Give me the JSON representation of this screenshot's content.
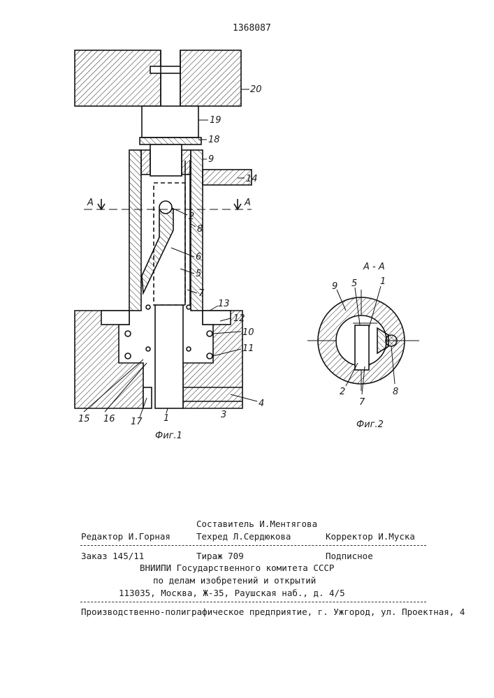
{
  "patent_number": "1368087",
  "figure1": {
    "caption": "Фиг.1",
    "section_label": "A",
    "labels": [
      "20",
      "19",
      "18",
      "9",
      "14",
      "2",
      "8",
      "6",
      "5",
      "7",
      "13",
      "12",
      "10",
      "11",
      "4",
      "3",
      "1",
      "17",
      "16",
      "15"
    ]
  },
  "figure2": {
    "caption": "Фиг.2",
    "section_title": "A - A",
    "labels": [
      "9",
      "5",
      "1",
      "2",
      "7",
      "8"
    ]
  },
  "colophon": {
    "compiler": "Составитель И.Ментягова",
    "editor": "Редактор И.Горная",
    "techred": "Техред Л.Сердюкова",
    "corrector": "Корректор И.Муска",
    "order": "Заказ 145/11",
    "circulation": "Тираж 709",
    "subscription": "Подписное",
    "org_line1": "ВНИИПИ Государственного комитета СССР",
    "org_line2": "по делам изобретений и открытий",
    "address": "113035, Москва, Ж-35, Раушская наб., д. 4/5",
    "printer": "Производственно-полиграфическое предприятие, г. Ужгород, ул. Проектная, 4"
  }
}
